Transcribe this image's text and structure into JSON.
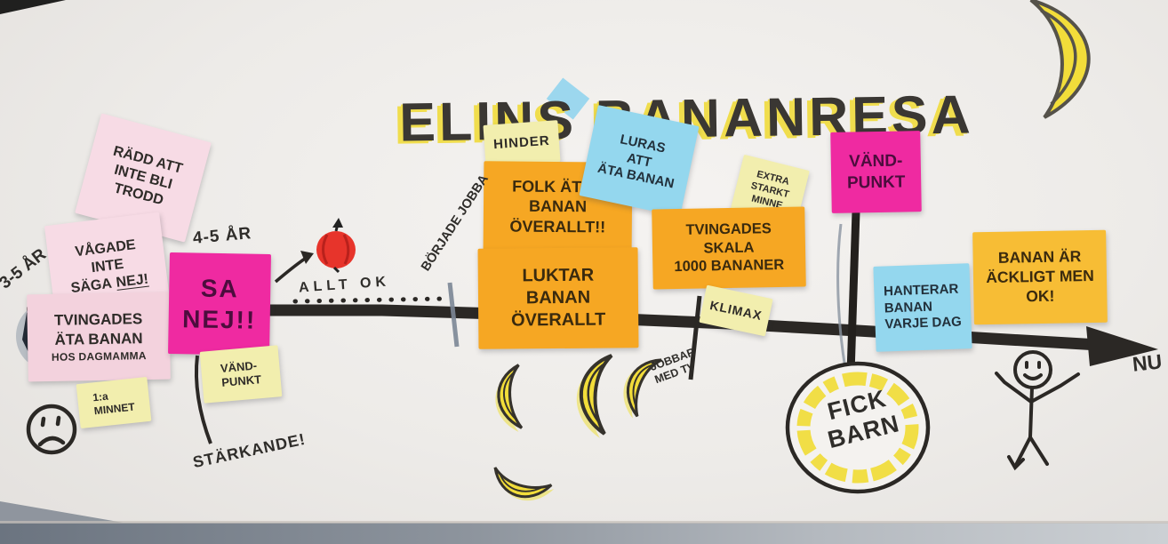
{
  "title": "ELINS BANANRESA",
  "palette": {
    "paper": "#efedeb",
    "ink": "#2e2b28",
    "highlight_yellow": "#f0dd4d",
    "magenta_note": "#ef2aa1",
    "light_pink_note": "#f7dbe5",
    "pale_yellow_note": "#f2eeae",
    "orange_note": "#f6a723",
    "gold_note": "#f7bd35",
    "blue_note": "#94d7ee",
    "banana_yellow": "#f2dd3a",
    "apple_red": "#e7342b",
    "table_grey": "#8d949d"
  },
  "labels": {
    "age_3_5": "3-5 ÅR",
    "age_4_5": "4-5 ÅR",
    "allt_ok": "ALLT OK",
    "borjade_jobba": "BÖRJADE JOBBA",
    "jobbar_med_tv": "JOBBAR\nMED TV",
    "starkande": "STÄRKANDE!",
    "nu": "NU",
    "fick_barn": "FICK\nBARN"
  },
  "notes": {
    "radd_att": {
      "text": "RÄDD ATT\nINTE BLI\nTRODD",
      "color": "#f7dbe5"
    },
    "vagade": {
      "text": "VÅGADE\nINTE\nSÄGA",
      "emphasis": "NEJ!",
      "color": "#f7dbe5"
    },
    "tvingades_ata": {
      "text": "TVINGADES\nÄTA BANAN",
      "subtext": "HOS DAGMAMMA",
      "color": "#f3d2dd"
    },
    "forsta_minnet": {
      "text": "1:a\nMINNET",
      "color": "#f2eeae"
    },
    "sa_nej": {
      "text": "SA\nNEJ!!",
      "color": "#ef2aa1"
    },
    "vandpunkt_1": {
      "text": "VÄND-\nPUNKT",
      "color": "#f2eeae"
    },
    "hinder": {
      "text": "HINDER",
      "color": "#f2eeae"
    },
    "folk_ater": {
      "text": "FOLK ÄTER\nBANAN\nÖVERALLT!!",
      "color": "#f6a723"
    },
    "luktar": {
      "text": "LUKTAR\nBANAN\nÖVERALLT",
      "color": "#f6a723"
    },
    "luras": {
      "text": "LURAS\nATT\nÄTA BANAN",
      "color": "#94d7ee"
    },
    "extra_starkt": {
      "text": "EXTRA\nSTARKT\nMINNE",
      "color": "#f2eeae"
    },
    "tvingades_skala": {
      "text": "TVINGADES\nSKALA\n1000 BANANER",
      "color": "#f6a723"
    },
    "klimax": {
      "text": "KLIMAX",
      "color": "#f2eeae"
    },
    "vandpunkt_2": {
      "text": "VÄND-\nPUNKT",
      "color": "#ef2aa1"
    },
    "hanterar": {
      "text": "HANTERAR\nBANAN\nVARJE DAG",
      "color": "#94d7ee"
    },
    "acklig_men_ok": {
      "text": "BANAN ÄR\nÄCKLIGT MEN\nOK!",
      "color": "#f7bd35"
    }
  }
}
